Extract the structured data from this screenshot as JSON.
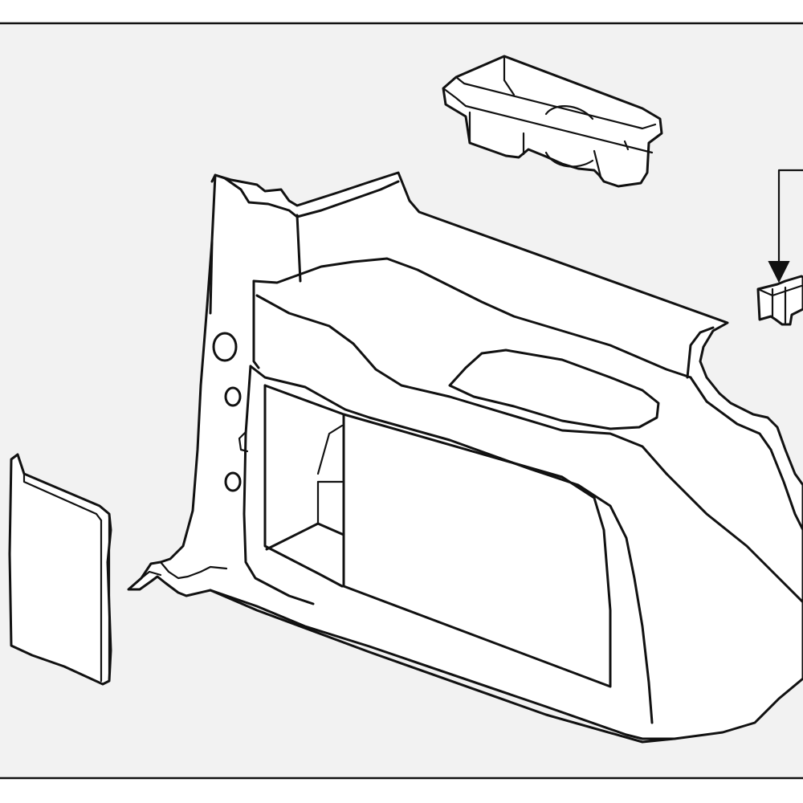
{
  "diagram": {
    "background_color": "#ffffff",
    "panel_color": "#f2f2f2",
    "line_color": "#111111",
    "parts": [
      {
        "id": "quarter-trim-panel",
        "icon": "quarter-trim-panel-drawing"
      },
      {
        "id": "storage-tray",
        "icon": "storage-tray-drawing"
      },
      {
        "id": "side-cover-panel",
        "icon": "cover-panel-drawing"
      },
      {
        "id": "retaining-clip",
        "icon": "clip-drawing"
      },
      {
        "id": "callout-arrow",
        "icon": "arrow-down-icon"
      }
    ]
  }
}
